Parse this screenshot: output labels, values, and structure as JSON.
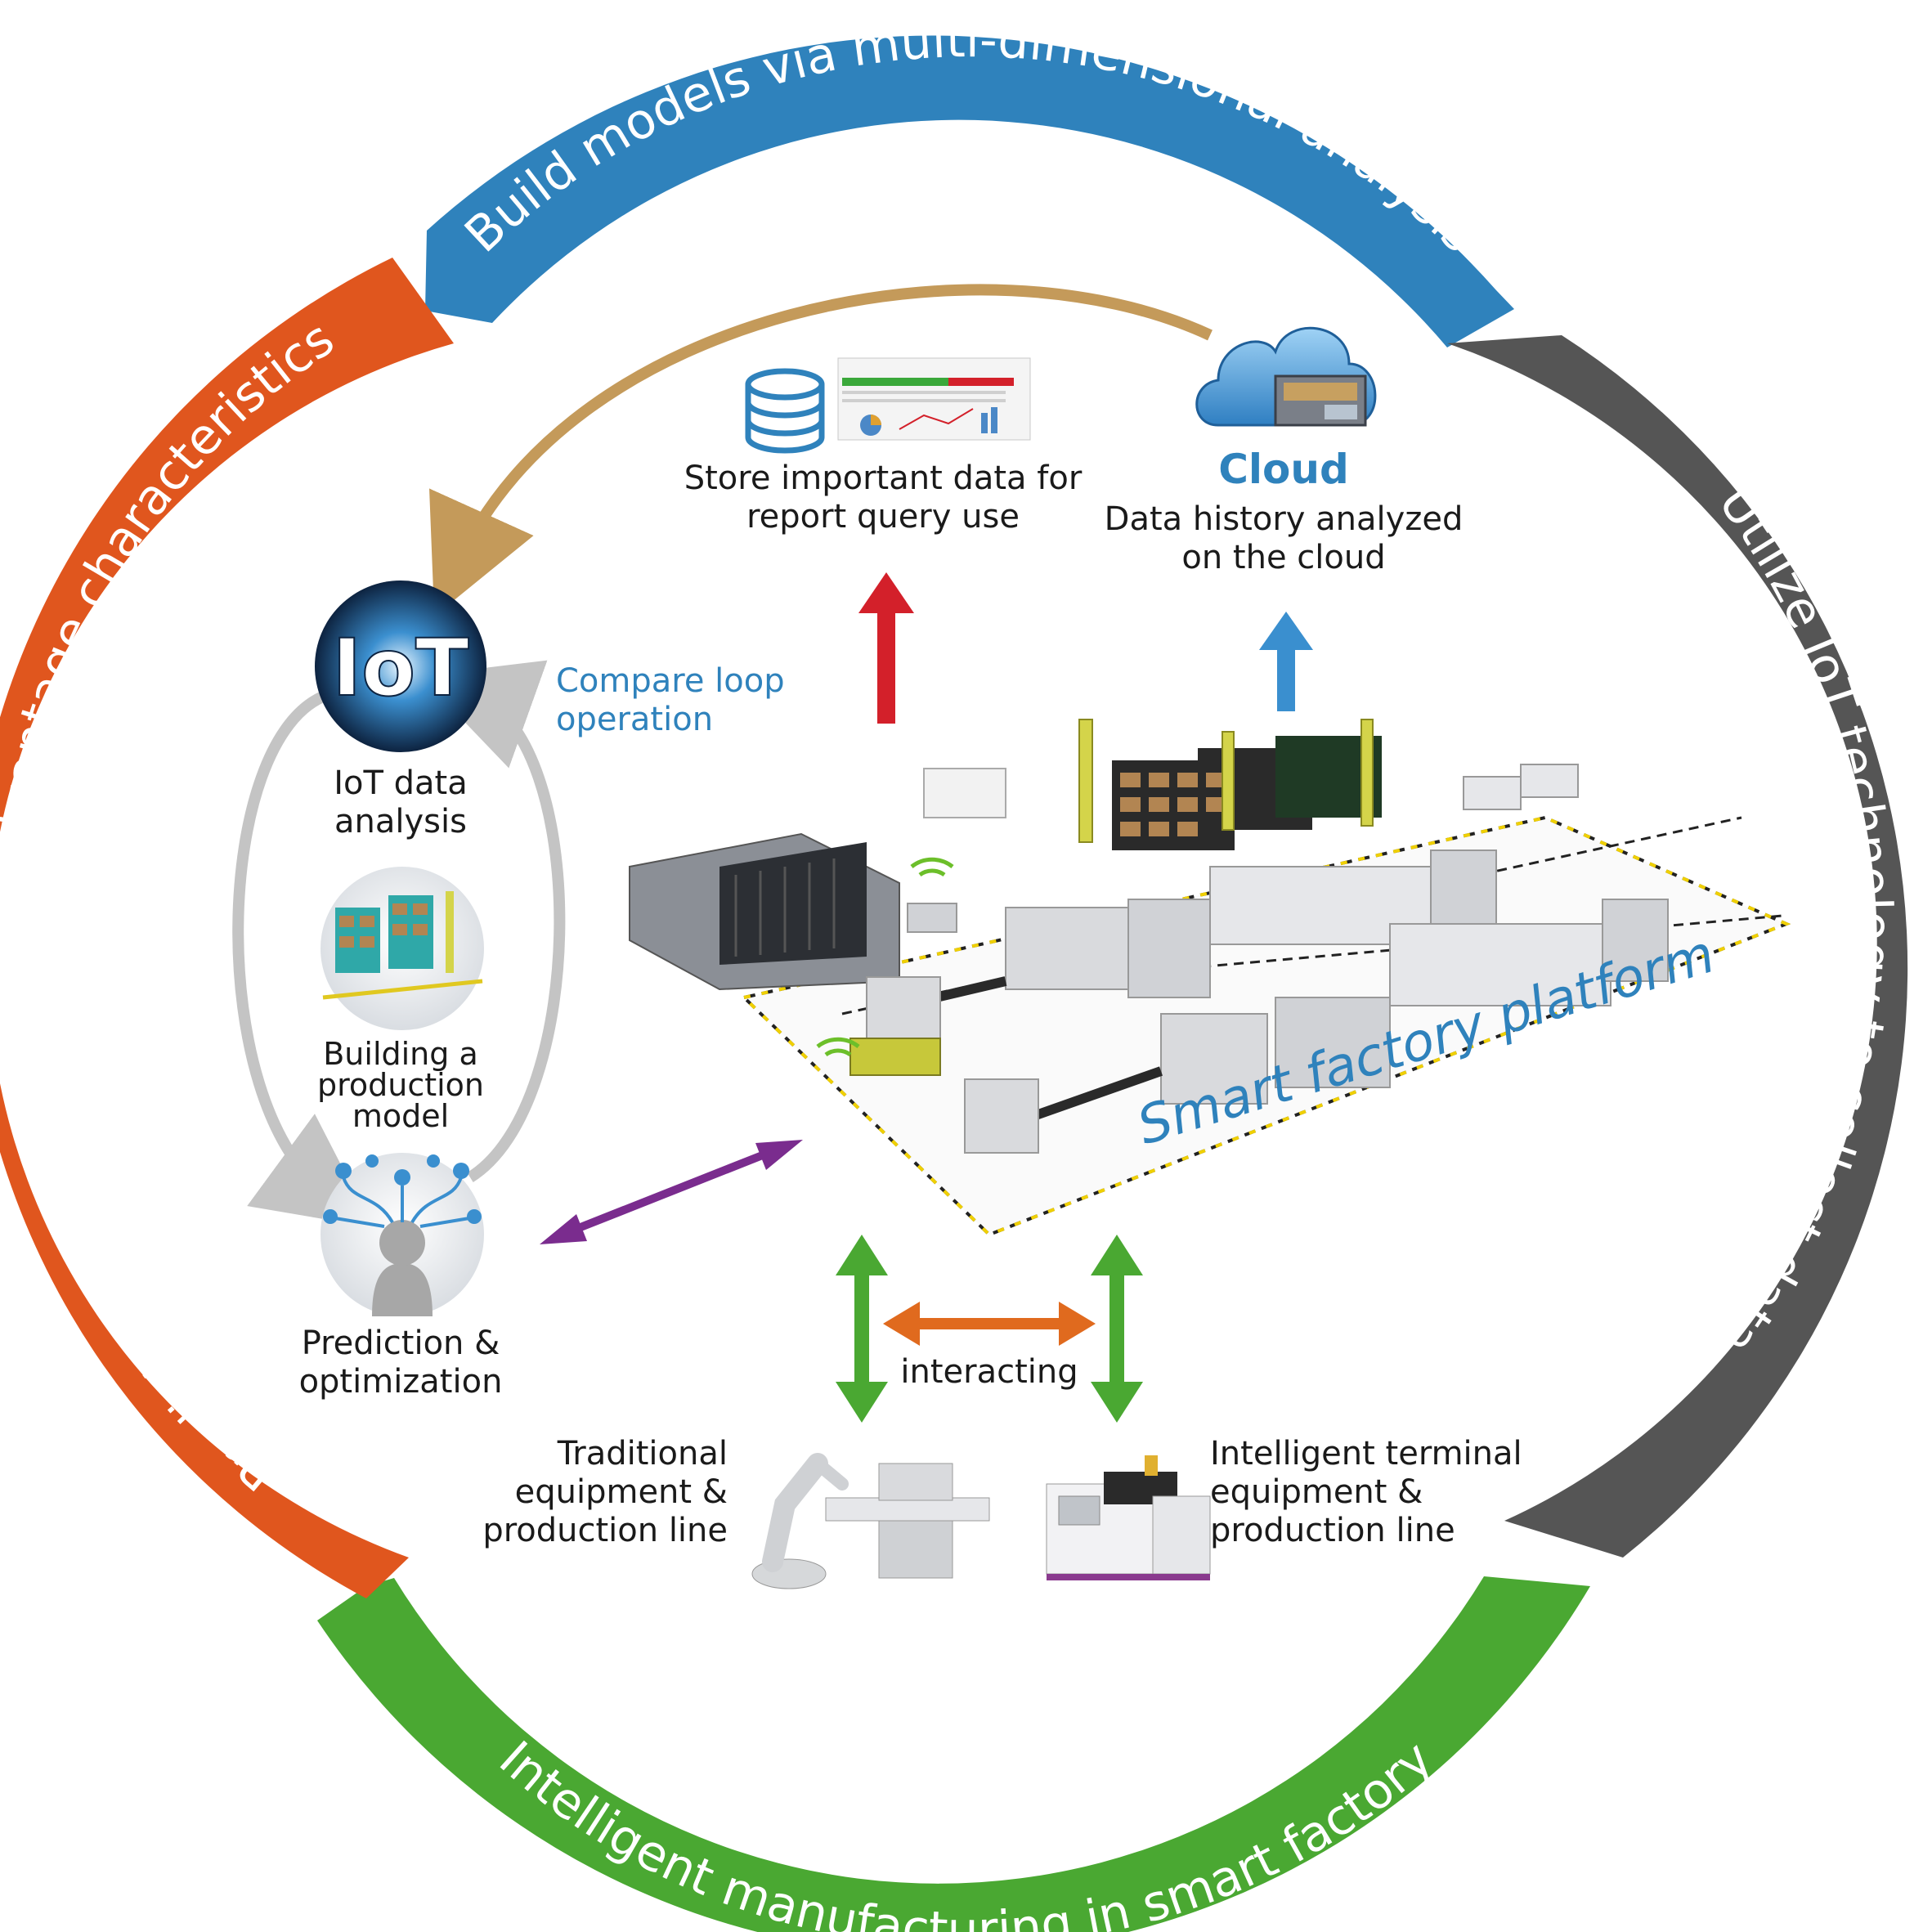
{
  "ring": {
    "top": {
      "text": "Build models via multi-dimensional analysis",
      "color": "#2f82bc"
    },
    "right": {
      "text": "Utilize IoT technology to collect data",
      "color": "#555555"
    },
    "bottom": {
      "text": "Intelligent manufacturing in smart factory",
      "color": "#4aa832"
    },
    "left": {
      "text": "Predict production and the advantage characteristics",
      "color": "#e0561e"
    }
  },
  "storage": {
    "caption": "Store important data for report query use"
  },
  "cloud": {
    "title": "Cloud",
    "caption": "Data history analyzed on the cloud"
  },
  "loop": {
    "compare": "Compare loop operation",
    "iot_badge": "IoT",
    "step1": "IoT data analysis",
    "step2": "Building a production model",
    "step3": "Prediction & optimization"
  },
  "platform": {
    "title": "Smart factory platform"
  },
  "interaction": {
    "label": "interacting"
  },
  "equipment": {
    "traditional": "Traditional equipment & production line",
    "intelligent": "Intelligent terminal equipment & production line"
  },
  "colors": {
    "gold_arrow": "#c49a5a",
    "red_arrow": "#d3202a",
    "blue_arrow": "#3a8fcf",
    "purple_arrow": "#7a2c8e",
    "green_arrow": "#4aa832",
    "orange_arrow": "#e06a1e",
    "gray_loop": "#c4c4c4",
    "accent_blue": "#2f82bc"
  }
}
